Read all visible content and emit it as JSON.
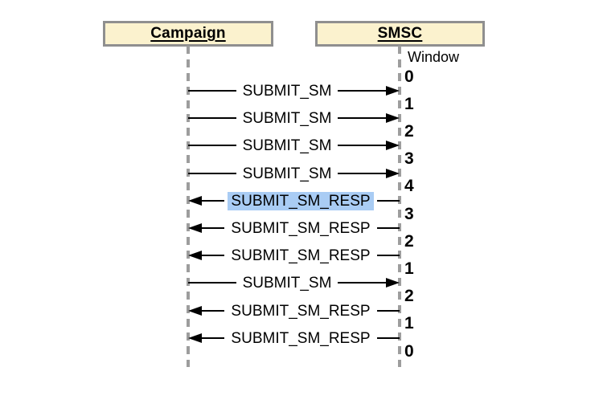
{
  "diagram": {
    "actors": [
      {
        "name": "Campaign"
      },
      {
        "name": "SMSC"
      }
    ],
    "window_label": "Window",
    "initial_window": "0",
    "messages": [
      {
        "label": "SUBMIT_SM",
        "direction": "right",
        "highlighted": false,
        "window_after": "1"
      },
      {
        "label": "SUBMIT_SM",
        "direction": "right",
        "highlighted": false,
        "window_after": "2"
      },
      {
        "label": "SUBMIT_SM",
        "direction": "right",
        "highlighted": false,
        "window_after": "3"
      },
      {
        "label": "SUBMIT_SM",
        "direction": "right",
        "highlighted": false,
        "window_after": "4"
      },
      {
        "label": "SUBMIT_SM_RESP",
        "direction": "left",
        "highlighted": true,
        "window_after": "3"
      },
      {
        "label": "SUBMIT_SM_RESP",
        "direction": "left",
        "highlighted": false,
        "window_after": "2"
      },
      {
        "label": "SUBMIT_SM_RESP",
        "direction": "left",
        "highlighted": false,
        "window_after": "1"
      },
      {
        "label": "SUBMIT_SM",
        "direction": "right",
        "highlighted": false,
        "window_after": "2"
      },
      {
        "label": "SUBMIT_SM_RESP",
        "direction": "left",
        "highlighted": false,
        "window_after": "1"
      },
      {
        "label": "SUBMIT_SM_RESP",
        "direction": "left",
        "highlighted": false,
        "window_after": "0"
      }
    ],
    "colors": {
      "actor_fill": "#FBF2CE",
      "actor_border": "#8F8F8F",
      "lifeline": "#9D9D9D",
      "message": "#000000",
      "highlight": "#A9CCF4"
    }
  }
}
